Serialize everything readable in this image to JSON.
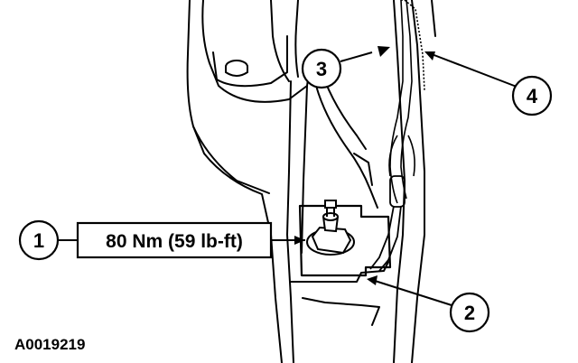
{
  "figure": {
    "id": "A0019219",
    "callouts": [
      {
        "number": "1"
      },
      {
        "number": "2"
      },
      {
        "number": "3"
      },
      {
        "number": "4"
      }
    ],
    "torque_label": "80 Nm (59 lb-ft)"
  }
}
